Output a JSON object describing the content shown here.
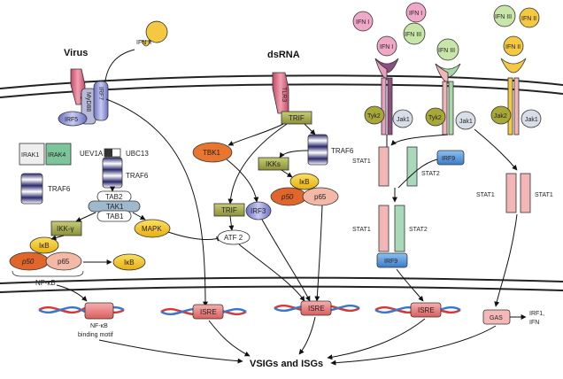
{
  "headings": {
    "virus": "Virus",
    "dsrna": "dsRNA",
    "outcome": "VSIGs and ISGs"
  },
  "receptors": {
    "tlr": "TLR",
    "tlr3": "TLR3",
    "myd88": "MyD88"
  },
  "ligands": {
    "ifn2_left": "IFN II",
    "ifn1_a": "IFN I",
    "ifn1_b": "IFN I",
    "ifn1_c": "IFN I",
    "ifn3_a": "IFN III",
    "ifn3_b": "IFN III",
    "ifn3_c": "IFN III",
    "ifn2_a": "IFN II",
    "ifn2_b": "IFN II"
  },
  "nodes": {
    "irf5": "IRF5",
    "irf7": "IRF7",
    "irak1": "IRAK1",
    "irak4": "IRAK4",
    "uev1a": "UEV1A",
    "ubc13": "UBC13",
    "traf6_a": "TRAF6",
    "traf6_b": "TRAF6",
    "tab2": "TAB2",
    "tak1": "TAK1",
    "tab1": "TAB1",
    "ikkg": "IKK-γ",
    "mapk": "MAPK",
    "ikb_a": "IκB",
    "p50_a": "p50",
    "p65_a": "p65",
    "ikb_free": "IκB",
    "nfkb": "NF-κB",
    "trif_a": "TRIF",
    "tbk1": "TBK1",
    "traf6_c": "TRAF6",
    "ikks": "IKKs",
    "ikb_b": "IκB",
    "p50_b": "p50",
    "p65_b": "p65",
    "trif_b": "TRIF",
    "irf3": "IRF3",
    "atf2": "ATF 2",
    "tyk2_a": "Tyk2",
    "jak1_a": "Jak1",
    "tyk2_b": "Tyk2",
    "jak1_b": "Jak1",
    "jak2": "Jak2",
    "jak1_c": "Jak1",
    "stat1_a": "STAT1",
    "stat2_a": "STAT2",
    "irf9_a": "IRF9",
    "stat1_b": "STAT1",
    "stat2_b": "STAT2",
    "irf9_b": "IRF9",
    "stat1_c": "STAT1",
    "stat1_d": "STAT1"
  },
  "dna": {
    "nfkb_motif": "NF-κB\nbinding motif",
    "isre_1": "ISRE",
    "isre_2": "ISRE",
    "isre_3": "ISRE",
    "gas": "GAS",
    "gas_out": "IRF1,\nIFN"
  },
  "colors": {
    "tlr": "#d9607a",
    "irf": "#8b8fd6",
    "traf6_dark": "#2b2a6e",
    "irak": "#dedede",
    "irak4": "#7cc49a",
    "olive": "#9fa64a",
    "orange": "#e9762e",
    "yellow": "#f3c21a",
    "p50": "#e0662c",
    "p65": "#f4b8a6",
    "pink_ligand": "#f0a8c8",
    "green_ligand": "#c8e6a8",
    "yellow_ligand": "#f5c842",
    "stat_pink": "#f2b6b6",
    "stat_green": "#a9d9b8",
    "irf9": "#4a90d9",
    "isre": "#e87878",
    "gas": "#f4b8b8",
    "membrane": "#222222"
  }
}
